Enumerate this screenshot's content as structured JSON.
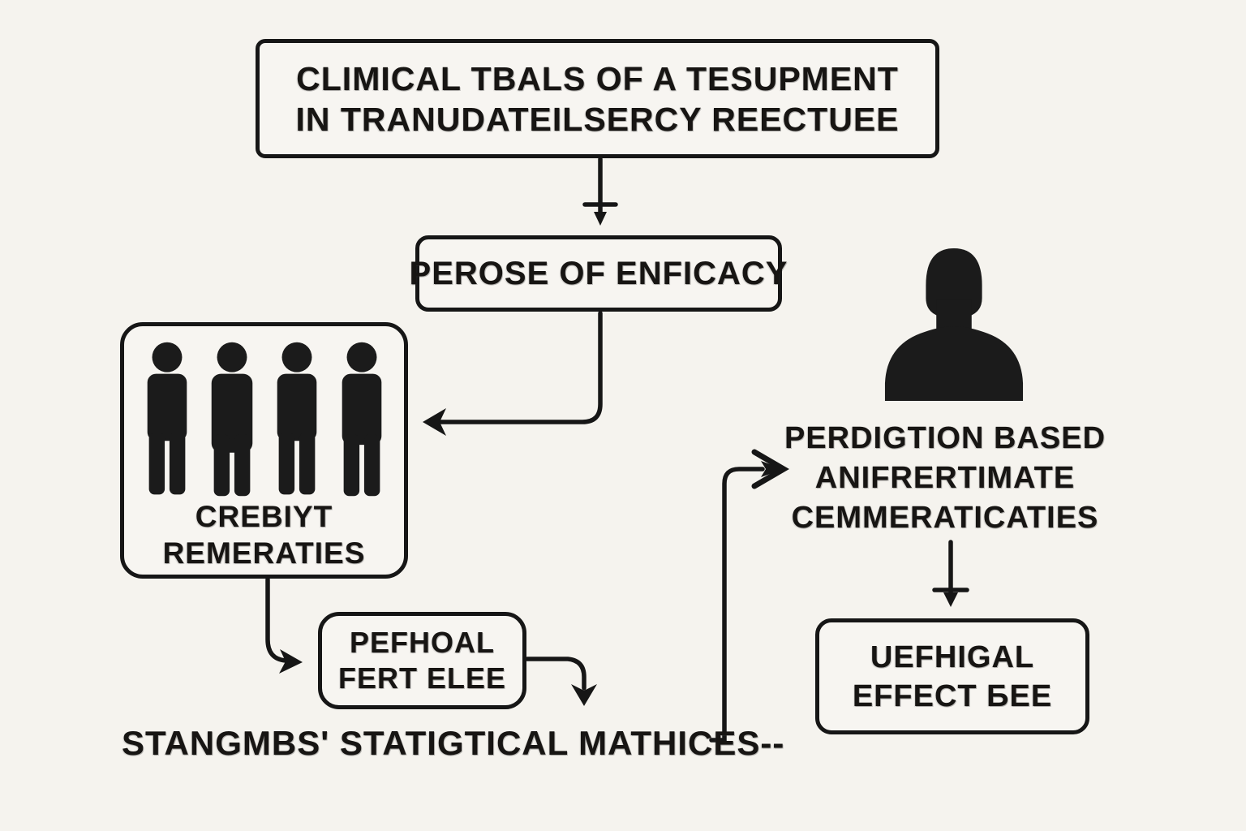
{
  "colors": {
    "background": "#f5f3ee",
    "ink": "#141414",
    "box_fill": "#f7f5f1",
    "silhouette": "#1b1b1b"
  },
  "diagram": {
    "top_box": {
      "line1": "CLIMICAL TBALS OF A TESUPMENT",
      "line2": "IN TRANUDATEILSERCY REECTUEE"
    },
    "purpose_box": {
      "label": "PEROSE OF ENFICACY"
    },
    "cohort_box": {
      "people_count": 4,
      "icon": "people-pictograms",
      "line1": "CREBIYT",
      "line2": "REMERATIES"
    },
    "method_box": {
      "line1": "PEFHOAL",
      "line2": "FERT ELEE"
    },
    "stats_caption": "STANGMBS' STATIGTICAL MATHICES--",
    "prediction_label": {
      "line1": "PERDIGTION BASED",
      "line2": "ANIFRERTIMATE",
      "line3": "CEMMERATICATIES"
    },
    "effect_box": {
      "line1": "UEFHIGAL",
      "line2": "EFFECT БEE"
    },
    "person_icon": "person-bust-silhouette"
  }
}
